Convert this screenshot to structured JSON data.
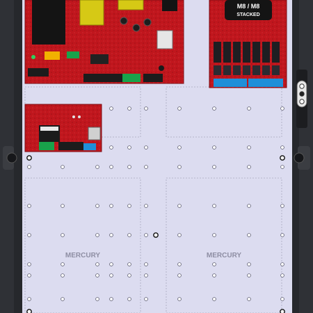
{
  "colors": {
    "enclosure": "#2f3136",
    "enclosure_edge": "#1e1f22",
    "backplate": "#dcdcf0",
    "board_red": "#c0161d",
    "board_dark": "#7c0c12",
    "zone_border": "#a9a9bd",
    "terminal_blue": "#1f8fd8",
    "terminal_green": "#19a24b",
    "zone_text": "#8e8ea3"
  },
  "relay_board": {
    "label_line1": "M8 / M8",
    "label_line2": "STACKED"
  },
  "mount_zones": [
    {
      "label": "MERCURY"
    },
    {
      "label": "MERCURY"
    }
  ],
  "icons": {
    "lock": "lock-icon",
    "tamper": "tamper-switch-icon"
  }
}
